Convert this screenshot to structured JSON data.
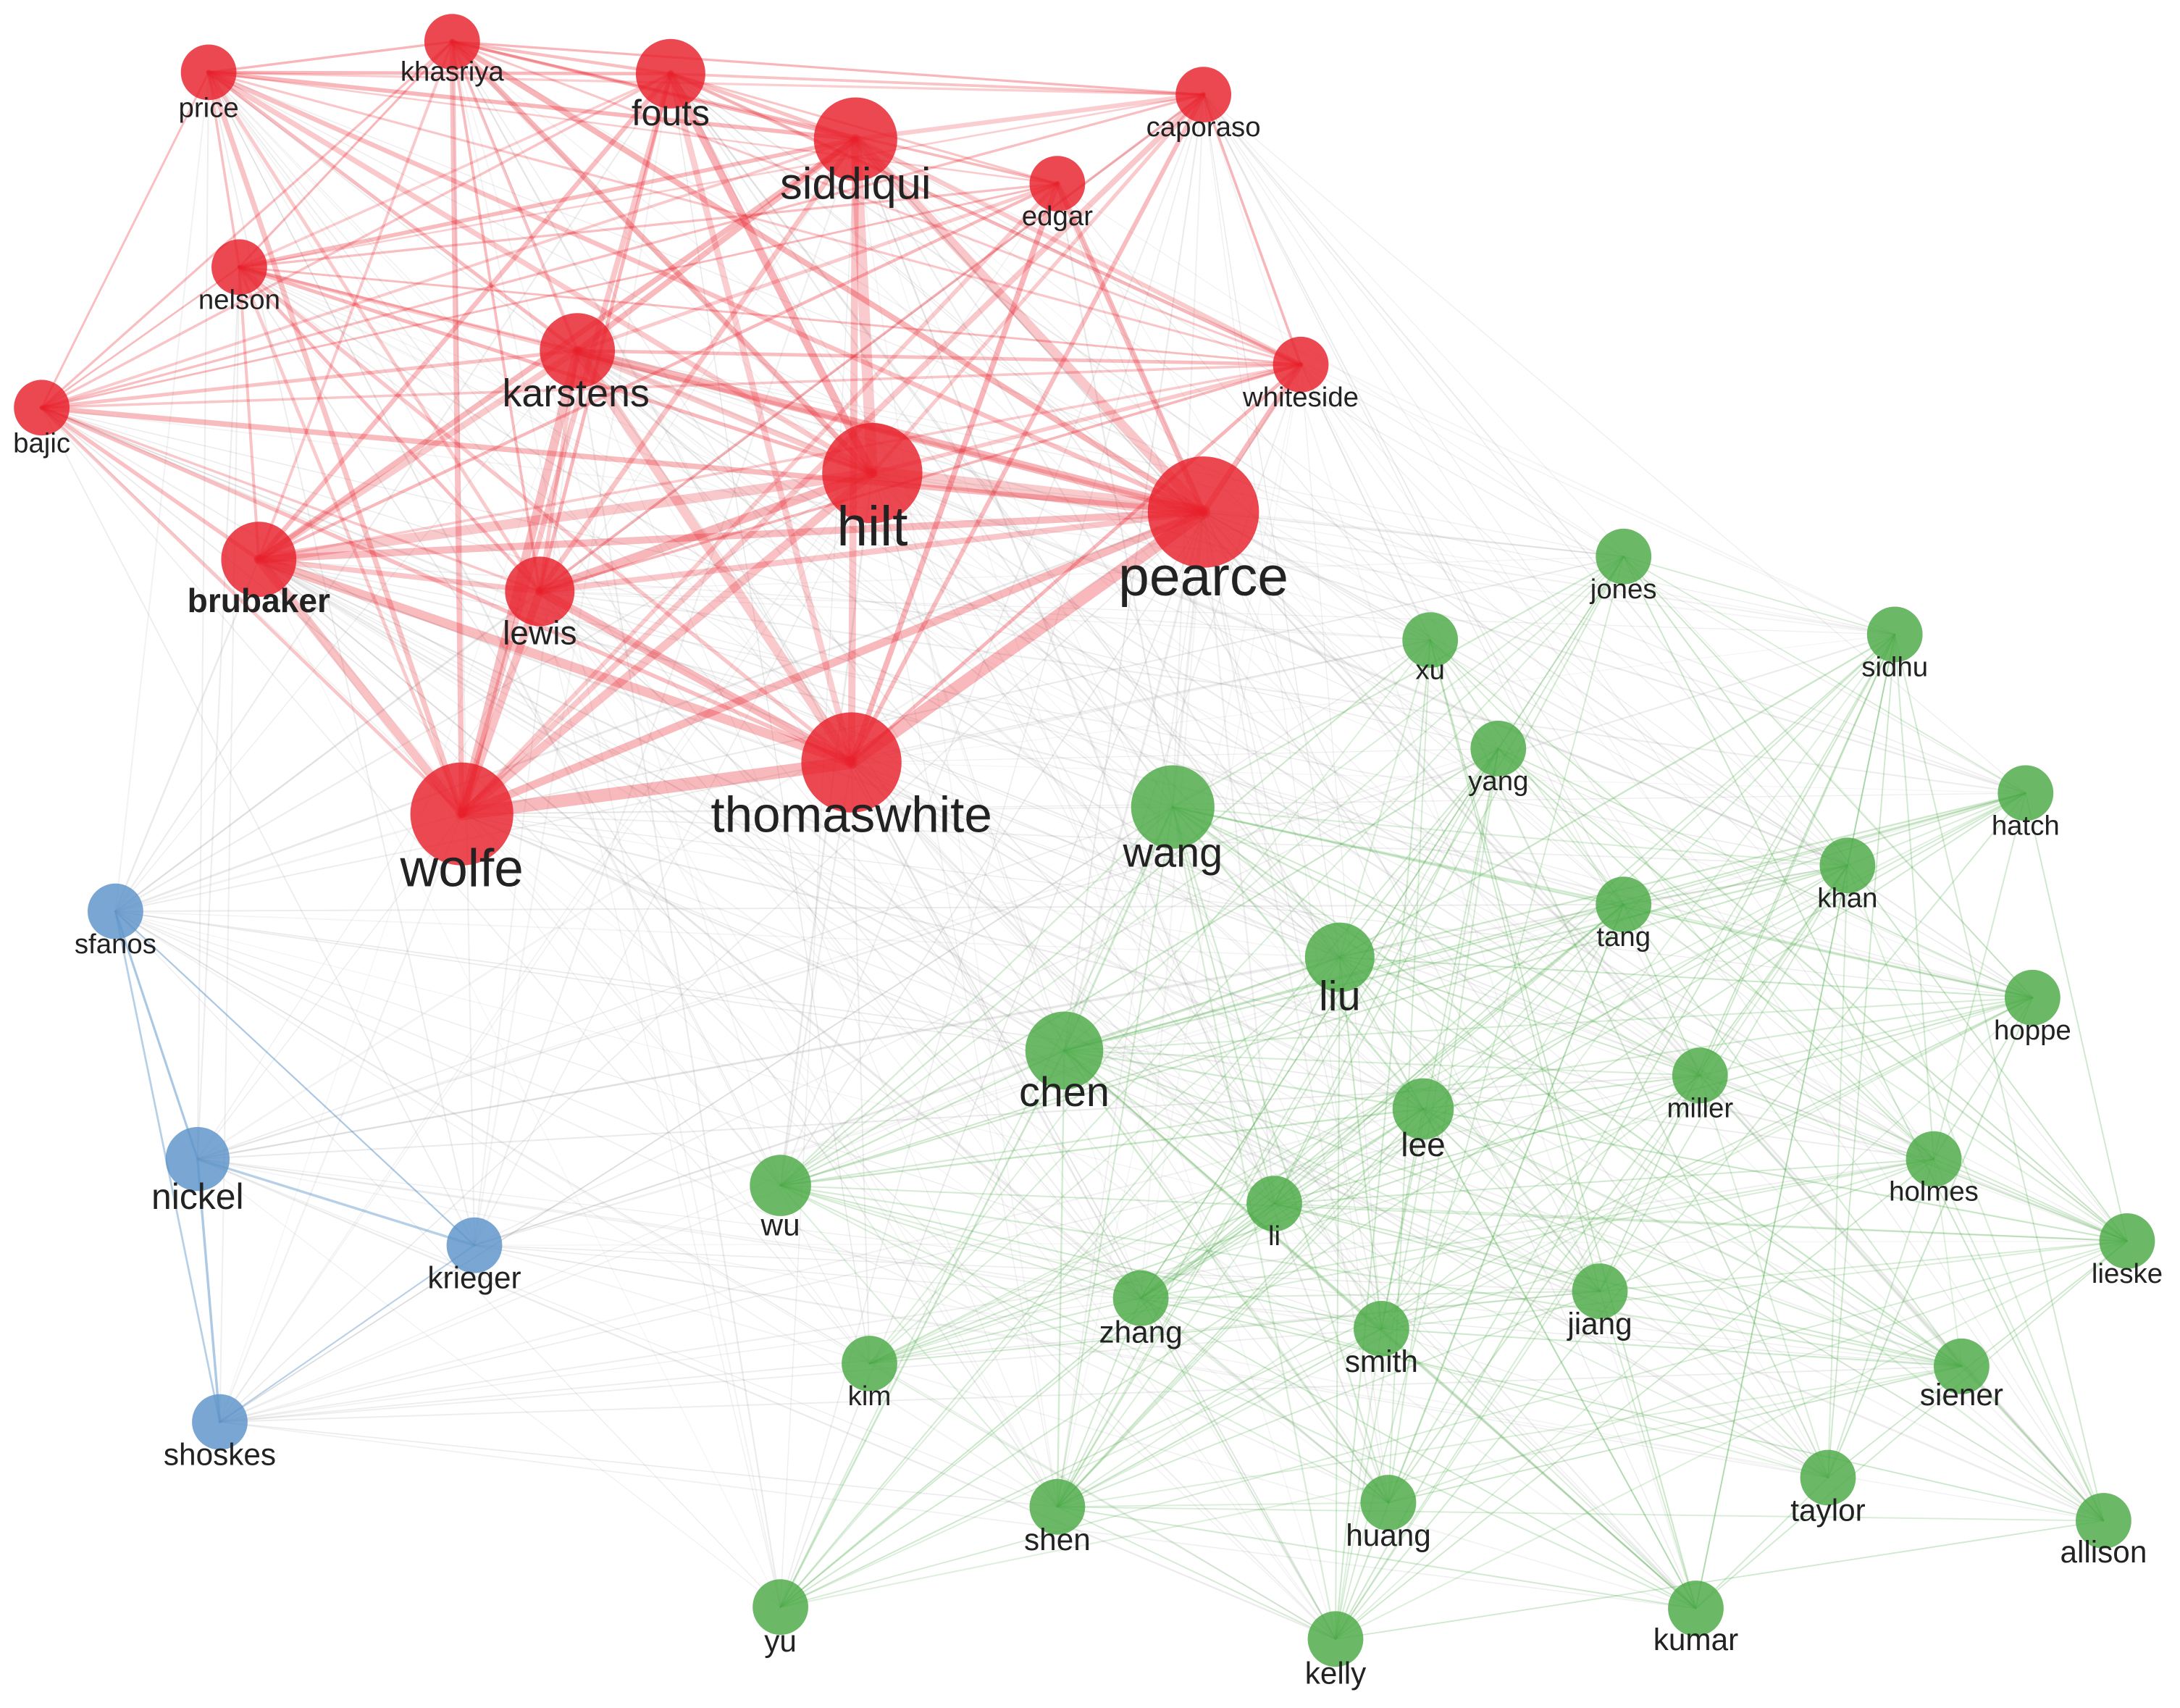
{
  "colors": {
    "cluster_red": "#e8202b",
    "cluster_green": "#4aaa45",
    "cluster_blue": "#5b93c8",
    "edge_gray": "#9a9a9a",
    "label": "#222222"
  },
  "network": {
    "clusters": [
      "red",
      "green",
      "blue"
    ],
    "nodes": [
      {
        "id": "price",
        "label": "price",
        "cluster": "red",
        "weight": 3
      },
      {
        "id": "khasriya",
        "label": "khasriya",
        "cluster": "red",
        "weight": 3
      },
      {
        "id": "fouts",
        "label": "fouts",
        "cluster": "red",
        "weight": 5
      },
      {
        "id": "siddiqui",
        "label": "siddiqui",
        "cluster": "red",
        "weight": 7
      },
      {
        "id": "edgar",
        "label": "edgar",
        "cluster": "red",
        "weight": 3
      },
      {
        "id": "caporaso",
        "label": "caporaso",
        "cluster": "red",
        "weight": 3
      },
      {
        "id": "nelson",
        "label": "nelson",
        "cluster": "red",
        "weight": 3
      },
      {
        "id": "karstens",
        "label": "karstens",
        "cluster": "red",
        "weight": 6
      },
      {
        "id": "whiteside",
        "label": "whiteside",
        "cluster": "red",
        "weight": 3
      },
      {
        "id": "bajic",
        "label": "bajic",
        "cluster": "red",
        "weight": 3
      },
      {
        "id": "hilt",
        "label": "hilt",
        "cluster": "red",
        "weight": 9
      },
      {
        "id": "pearce",
        "label": "pearce",
        "cluster": "red",
        "weight": 10
      },
      {
        "id": "brubaker",
        "label": "brubaker",
        "cluster": "red",
        "weight": 6,
        "bold": true
      },
      {
        "id": "lewis",
        "label": "lewis",
        "cluster": "red",
        "weight": 5
      },
      {
        "id": "thomaswhite",
        "label": "thomaswhite",
        "cluster": "red",
        "weight": 9
      },
      {
        "id": "wolfe",
        "label": "wolfe",
        "cluster": "red",
        "weight": 9
      },
      {
        "id": "sfanos",
        "label": "sfanos",
        "cluster": "blue",
        "weight": 4
      },
      {
        "id": "nickel",
        "label": "nickel",
        "cluster": "blue",
        "weight": 6
      },
      {
        "id": "krieger",
        "label": "krieger",
        "cluster": "blue",
        "weight": 4
      },
      {
        "id": "shoskes",
        "label": "shoskes",
        "cluster": "blue",
        "weight": 4
      },
      {
        "id": "jones",
        "label": "jones",
        "cluster": "green",
        "weight": 3
      },
      {
        "id": "xu",
        "label": "xu",
        "cluster": "green",
        "weight": 3
      },
      {
        "id": "sidhu",
        "label": "sidhu",
        "cluster": "green",
        "weight": 3
      },
      {
        "id": "yang",
        "label": "yang",
        "cluster": "green",
        "weight": 3
      },
      {
        "id": "wang",
        "label": "wang",
        "cluster": "green",
        "weight": 6
      },
      {
        "id": "hatch",
        "label": "hatch",
        "cluster": "green",
        "weight": 3
      },
      {
        "id": "khan",
        "label": "khan",
        "cluster": "green",
        "weight": 3
      },
      {
        "id": "tang",
        "label": "tang",
        "cluster": "green",
        "weight": 3
      },
      {
        "id": "liu",
        "label": "liu",
        "cluster": "green",
        "weight": 5
      },
      {
        "id": "hoppe",
        "label": "hoppe",
        "cluster": "green",
        "weight": 3
      },
      {
        "id": "chen",
        "label": "chen",
        "cluster": "green",
        "weight": 6
      },
      {
        "id": "miller",
        "label": "miller",
        "cluster": "green",
        "weight": 3
      },
      {
        "id": "lee",
        "label": "lee",
        "cluster": "green",
        "weight": 4
      },
      {
        "id": "holmes",
        "label": "holmes",
        "cluster": "green",
        "weight": 3
      },
      {
        "id": "wu",
        "label": "wu",
        "cluster": "green",
        "weight": 4
      },
      {
        "id": "li",
        "label": "li",
        "cluster": "green",
        "weight": 3
      },
      {
        "id": "lieske",
        "label": "lieske",
        "cluster": "green",
        "weight": 3
      },
      {
        "id": "zhang",
        "label": "zhang",
        "cluster": "green",
        "weight": 3
      },
      {
        "id": "jiang",
        "label": "jiang",
        "cluster": "green",
        "weight": 3
      },
      {
        "id": "smith",
        "label": "smith",
        "cluster": "green",
        "weight": 3
      },
      {
        "id": "kim",
        "label": "kim",
        "cluster": "green",
        "weight": 3
      },
      {
        "id": "siener",
        "label": "siener",
        "cluster": "green",
        "weight": 3
      },
      {
        "id": "taylor",
        "label": "taylor",
        "cluster": "green",
        "weight": 3
      },
      {
        "id": "shen",
        "label": "shen",
        "cluster": "green",
        "weight": 3
      },
      {
        "id": "huang",
        "label": "huang",
        "cluster": "green",
        "weight": 3
      },
      {
        "id": "allison",
        "label": "allison",
        "cluster": "green",
        "weight": 3
      },
      {
        "id": "yu",
        "label": "yu",
        "cluster": "green",
        "weight": 3
      },
      {
        "id": "kelly",
        "label": "kelly",
        "cluster": "green",
        "weight": 3
      },
      {
        "id": "kumar",
        "label": "kumar",
        "cluster": "green",
        "weight": 3
      }
    ]
  }
}
